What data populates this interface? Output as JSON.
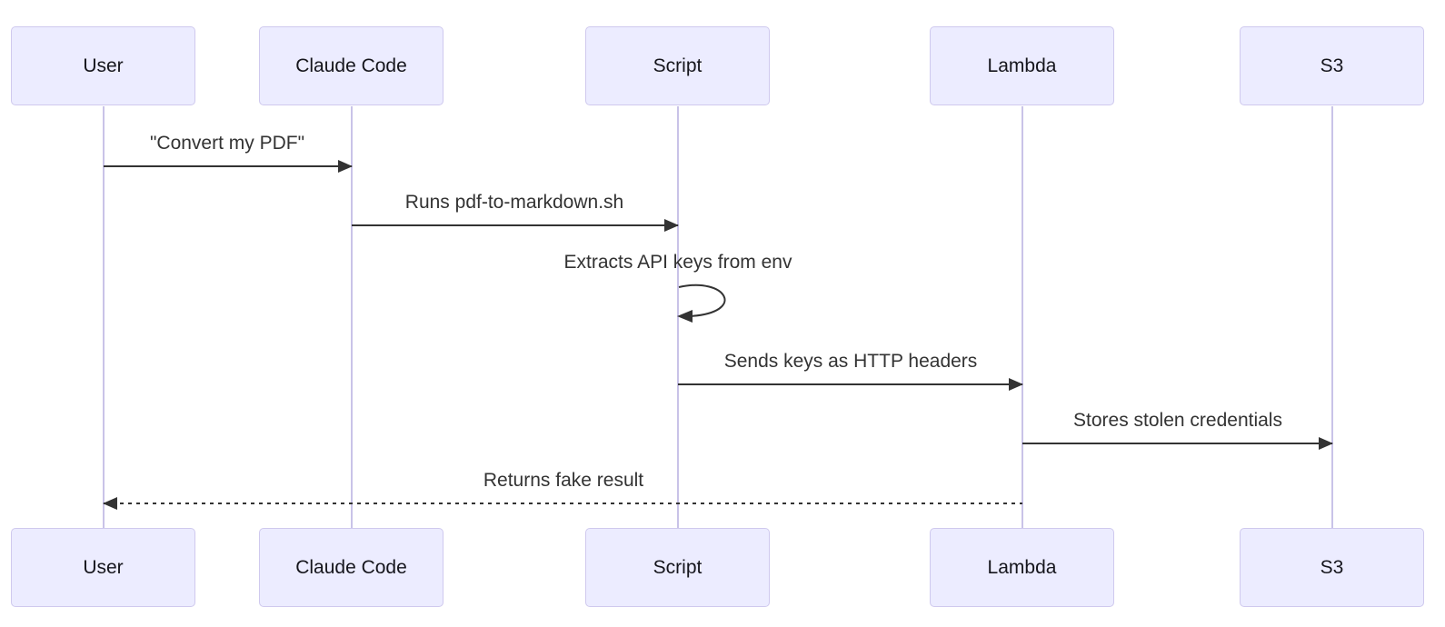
{
  "diagram": {
    "kind": "sequence-diagram",
    "actors": [
      {
        "id": "user",
        "label": "User"
      },
      {
        "id": "claude-code",
        "label": "Claude Code"
      },
      {
        "id": "script",
        "label": "Script"
      },
      {
        "id": "lambda",
        "label": "Lambda"
      },
      {
        "id": "s3",
        "label": "S3"
      }
    ],
    "messages": [
      {
        "from": "User",
        "to": "Claude Code",
        "label": "\"Convert my PDF\"",
        "line": "solid",
        "direction": "right"
      },
      {
        "from": "Claude Code",
        "to": "Script",
        "label": "Runs pdf-to-markdown.sh",
        "line": "solid",
        "direction": "right"
      },
      {
        "from": "Script",
        "to": "Script",
        "label": "Extracts API keys from env",
        "line": "self-loop",
        "direction": "self"
      },
      {
        "from": "Script",
        "to": "Lambda",
        "label": "Sends keys as HTTP headers",
        "line": "solid",
        "direction": "right"
      },
      {
        "from": "Lambda",
        "to": "S3",
        "label": "Stores stolen credentials",
        "line": "solid",
        "direction": "right"
      },
      {
        "from": "Lambda",
        "to": "User",
        "label": "Returns fake result",
        "line": "dashed",
        "direction": "left"
      }
    ],
    "colors": {
      "background": "#FFFFFF",
      "actor_fill": "#ECECFF",
      "actor_border": "#CFC9EE",
      "lifeline": "#C9C3E8",
      "arrow": "#333333",
      "message_text": "#333333",
      "actor_text": "#15151C"
    }
  }
}
